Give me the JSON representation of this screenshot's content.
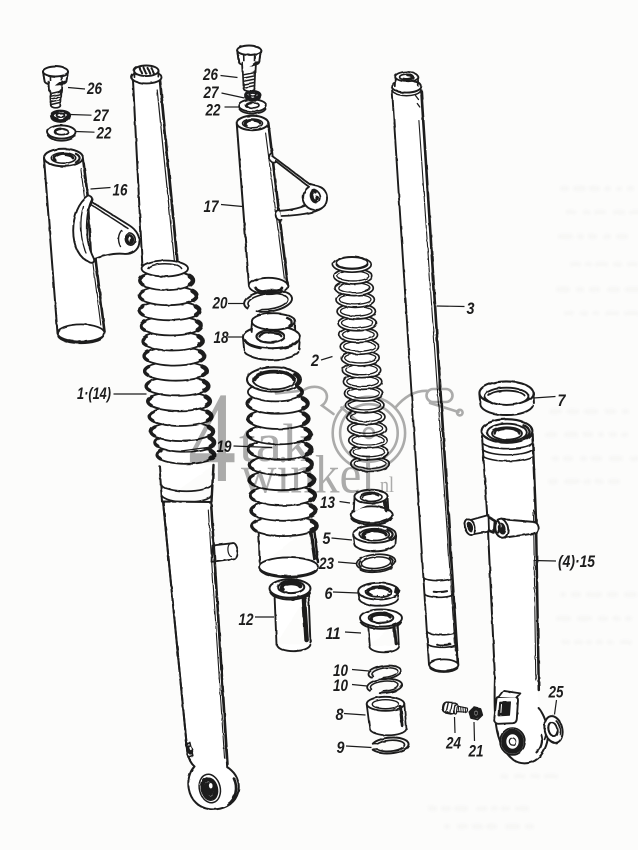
{
  "colors": {
    "ink": "#1c1c1c",
    "paper": "#fcfcfb",
    "watermark": "#a6a6a6"
  },
  "callouts": [
    {
      "text": "26"
    },
    {
      "text": "27"
    },
    {
      "text": "22"
    },
    {
      "text": "16"
    },
    {
      "text": "1·(14)"
    },
    {
      "text": "26"
    },
    {
      "text": "27"
    },
    {
      "text": "22"
    },
    {
      "text": "17"
    },
    {
      "text": "20"
    },
    {
      "text": "18"
    },
    {
      "text": "19"
    },
    {
      "text": "2"
    },
    {
      "text": "3"
    },
    {
      "text": "12"
    },
    {
      "text": "13"
    },
    {
      "text": "5"
    },
    {
      "text": "23"
    },
    {
      "text": "6"
    },
    {
      "text": "11"
    },
    {
      "text": "10"
    },
    {
      "text": "10"
    },
    {
      "text": "8"
    },
    {
      "text": "9"
    },
    {
      "text": "7"
    },
    {
      "text": "(4)·15"
    },
    {
      "text": "25"
    },
    {
      "text": "24"
    },
    {
      "text": "21"
    }
  ],
  "watermark": {
    "big": "4",
    "line1": "tak",
    "line2": "winkel",
    "suffix": "nl"
  }
}
